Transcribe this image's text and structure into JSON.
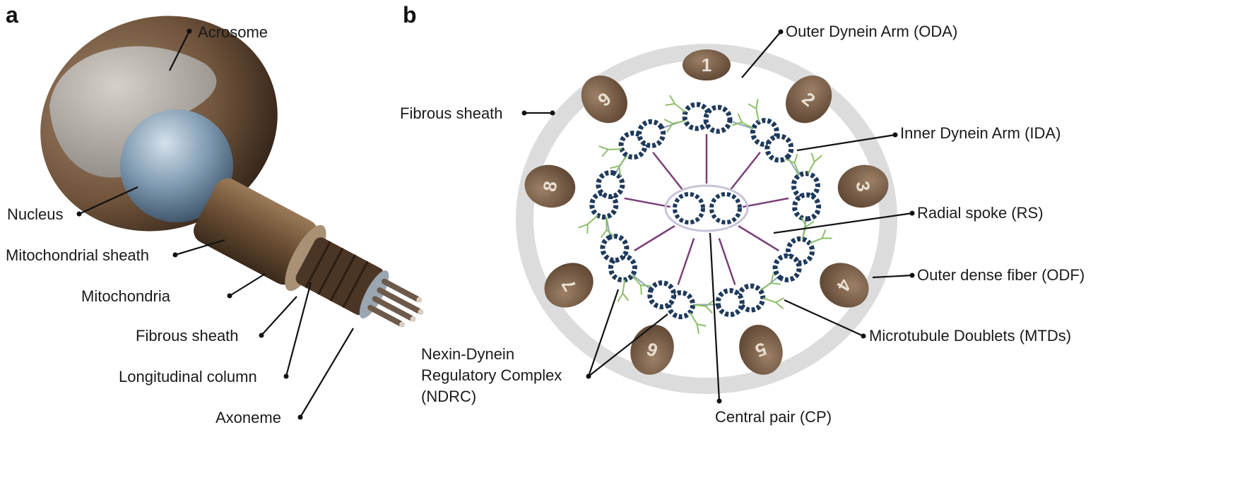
{
  "panels": {
    "a": "a",
    "b": "b"
  },
  "panel_a": {
    "labels": {
      "acrosome": "Acrosome",
      "nucleus": "Nucleus",
      "mitochondrial_sheath": "Mitochondrial sheath",
      "mitochondria": "Mitochondria",
      "fibrous_sheath": "Fibrous sheath",
      "longitudinal_column": "Longitudinal column",
      "axoneme": "Axoneme"
    }
  },
  "panel_b": {
    "labels": {
      "oda": "Outer Dynein Arm (ODA)",
      "fibrous_sheath": "Fibrous sheath",
      "ida": "Inner Dynein Arm (IDA)",
      "rs": "Radial spoke (RS)",
      "odf": "Outer dense fiber (ODF)",
      "mtd": "Microtubule Doublets (MTDs)",
      "ndrc_line1": "Nexin-Dynein",
      "ndrc_line2": "Regulatory Complex",
      "ndrc_line3": "(NDRC)",
      "cp": "Central pair (CP)"
    },
    "fiber_numbers": [
      "1",
      "2",
      "3",
      "4",
      "5",
      "6",
      "7",
      "8",
      "9"
    ]
  },
  "colors": {
    "head_dark": "#3b2a1e",
    "head_brown": "#7a5a3c",
    "fiber_brown": "#7b624b",
    "microtubule": "#1f3a5c",
    "arm_green": "#8cbf6a",
    "spoke_purple": "#7a3f78",
    "sheath_gray": "#dcdcdc"
  }
}
